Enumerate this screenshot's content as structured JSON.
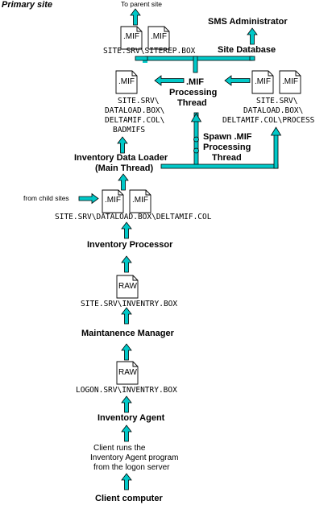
{
  "title": "Primary site",
  "labels": {
    "to_parent_site": "To parent site",
    "sms_administrator": "SMS Administrator",
    "site_database": "Site Database",
    "siterep_box": "SITE.SRV\\SITEREP.BOX",
    "mif_thread_1": ".MIF",
    "mif_thread_2": "Processing",
    "mif_thread_3": "Thread",
    "badmifs_1": "SITE.SRV\\",
    "badmifs_2": "DATALOAD.BOX\\",
    "badmifs_3": "DELTAMIF.COL\\",
    "badmifs_4": "BADMIFS",
    "process_1": "SITE.SRV\\",
    "process_2": "DATALOAD.BOX\\",
    "process_3": "DELTAMIF.COL\\PROCESS",
    "spawn_1": "Spawn .MIF",
    "spawn_2": "Processing",
    "spawn_3": "Thread",
    "loader_1": "Inventory Data Loader",
    "loader_2": "(Main Thread)",
    "from_child_sites": "from child sites",
    "deltamif_col": "SITE.SRV\\DATALOAD.BOX\\DELTAMIF.COL",
    "inventory_processor": "Inventory Processor",
    "inventry_box": "SITE.SRV\\INVENTRY.BOX",
    "maintenance_manager": "Maintanence Manager",
    "logon_box": "LOGON.SRV\\INVENTRY.BOX",
    "inventory_agent": "Inventory Agent",
    "client_runs_1": "Client runs the",
    "client_runs_2": "Inventory Agent program",
    "client_runs_3": "from the logon server",
    "client_computer": "Client computer"
  },
  "files": {
    "mif": ".MIF",
    "raw": "RAW"
  },
  "colors": {
    "arrow_fill": "#00c8c8",
    "stroke": "#000000"
  }
}
